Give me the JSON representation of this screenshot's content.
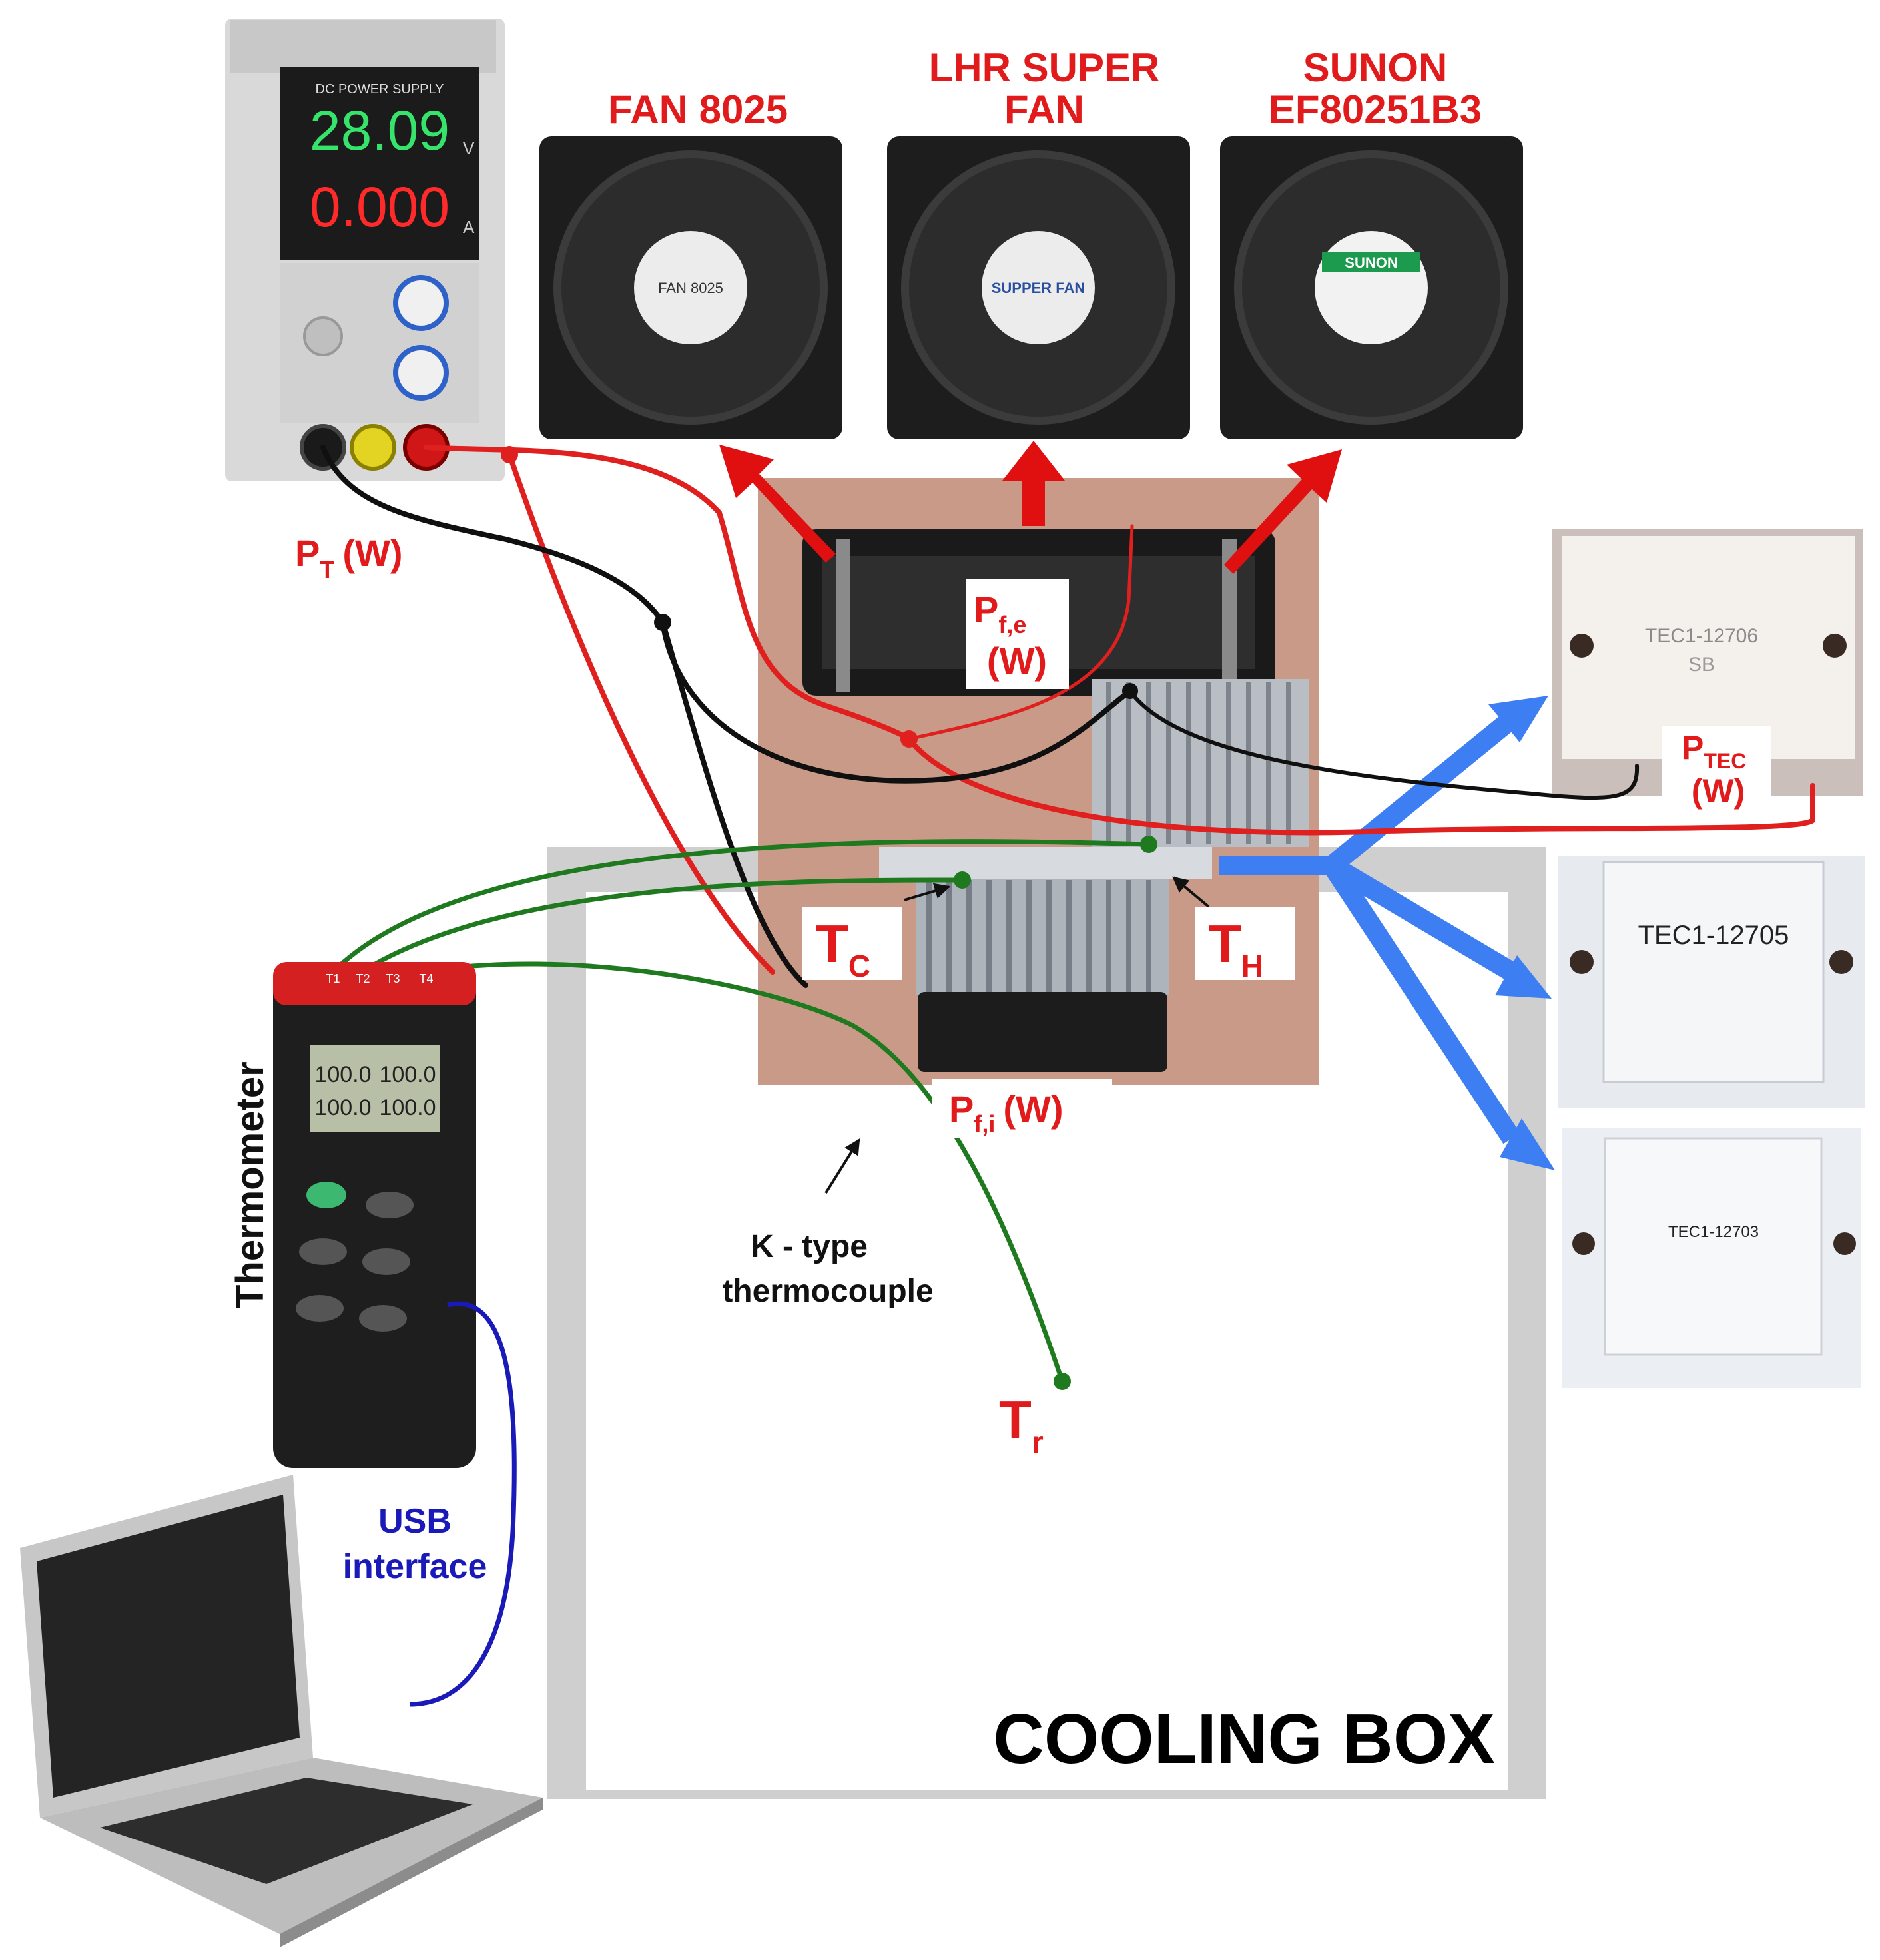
{
  "colors": {
    "wire_red": "#e01f1f",
    "wire_black": "#101010",
    "thermocouple_green": "#1f7a1f",
    "usb_blue": "#1a1ab8",
    "arrow_red": "#e01010",
    "arrow_blue": "#3d7ef2",
    "box_gray": "#cfcfcf"
  },
  "fans": [
    {
      "label_line1": "FAN 8025",
      "label_line2": "",
      "sticker": "FAN 8025"
    },
    {
      "label_line1": "LHR SUPER",
      "label_line2": "FAN",
      "sticker": "SUPPER FAN"
    },
    {
      "label_line1": "SUNON",
      "label_line2": "EF80251B3",
      "sticker": "SUNON"
    }
  ],
  "power_supply": {
    "title": "DC POWER SUPPLY",
    "voltage": "28.09",
    "voltage_unit": "V",
    "current": "0.000",
    "current_unit": "A",
    "power_label": "P",
    "power_sub": "T",
    "power_unit": "(W)"
  },
  "peltier_assembly": {
    "pfe_label": "P",
    "pfe_sub": "f,e",
    "pfe_unit": "(W)",
    "pfi_label": "P",
    "pfi_sub": "f,i",
    "pfi_unit": "(W)",
    "tc_label": "T",
    "tc_sub": "C",
    "th_label": "T",
    "th_sub": "H"
  },
  "tec_modules": [
    {
      "model": "TEC1-12706",
      "extra": "SB"
    },
    {
      "model": "TEC1-12705",
      "extra": ""
    },
    {
      "model": "TEC1-12703",
      "extra": ""
    }
  ],
  "ptec": {
    "label": "P",
    "sub": "TEC",
    "unit": "(W)"
  },
  "thermometer": {
    "side_label": "Thermometer",
    "channels": [
      "T1",
      "T2",
      "T3",
      "T4"
    ],
    "readings": [
      "100.0",
      "100.0",
      "100.0",
      "100.0"
    ]
  },
  "thermocouple": {
    "line1": "K - type",
    "line2": "thermocouple"
  },
  "room_temp": {
    "label": "T",
    "sub": "r"
  },
  "usb": {
    "line1": "USB",
    "line2": "interface"
  },
  "cooling_box": {
    "label": "COOLING BOX"
  }
}
